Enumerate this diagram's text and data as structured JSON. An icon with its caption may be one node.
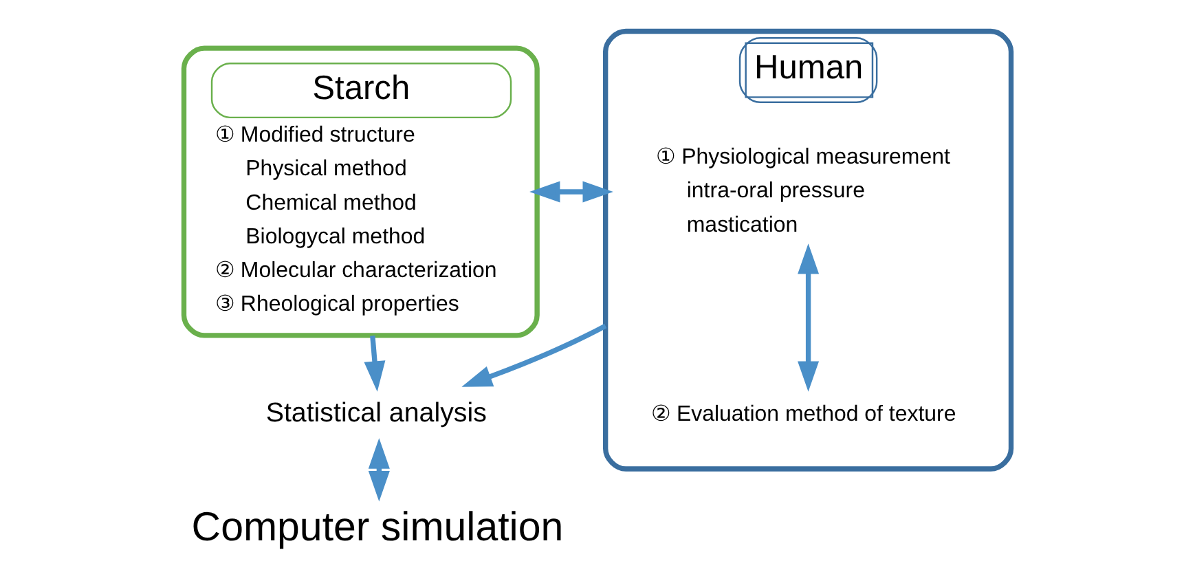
{
  "diagram": {
    "nodes": [
      {
        "text": [
          "Starch",
          "① Modified structure",
          "Physical method",
          "Chemical method",
          "Biologycal method",
          "② Molecular characterization",
          "③ Rheological properties"
        ]
      },
      {
        "text": [
          "Human"
        ]
      },
      {
        "text": [
          "① Physiological measurement",
          "intra-oral pressure",
          "mastication"
        ],
        "in": 1
      },
      {
        "text": [
          "② Evaluation method of texture"
        ],
        "in": 1
      },
      {
        "text": [
          "Statistical analysis"
        ]
      },
      {
        "text": [
          "Computer simulation"
        ]
      }
    ],
    "edges": [
      {
        "from": 0,
        "to": 1,
        "arrow": "both"
      },
      {
        "from": 0,
        "to": 4,
        "arrow": "to"
      },
      {
        "from": 1,
        "to": 4,
        "arrow": "to"
      },
      {
        "from": 2,
        "to": 3,
        "arrow": "both"
      },
      {
        "from": 4,
        "to": 5,
        "arrow": "both"
      }
    ]
  }
}
